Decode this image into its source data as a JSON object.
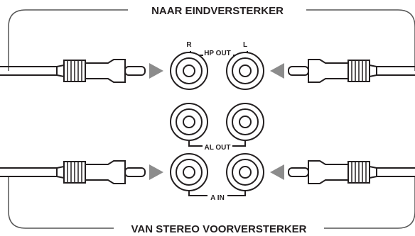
{
  "diagram": {
    "top_label": "NAAR EINDVERSTERKER",
    "bottom_label": "VAN STEREO VOORVERSTERKER",
    "hp_out": {
      "label": "HP OUT",
      "right": "R",
      "left": "L"
    },
    "al_out": {
      "label": "AL OUT"
    },
    "a_in": {
      "label": "A IN"
    }
  }
}
